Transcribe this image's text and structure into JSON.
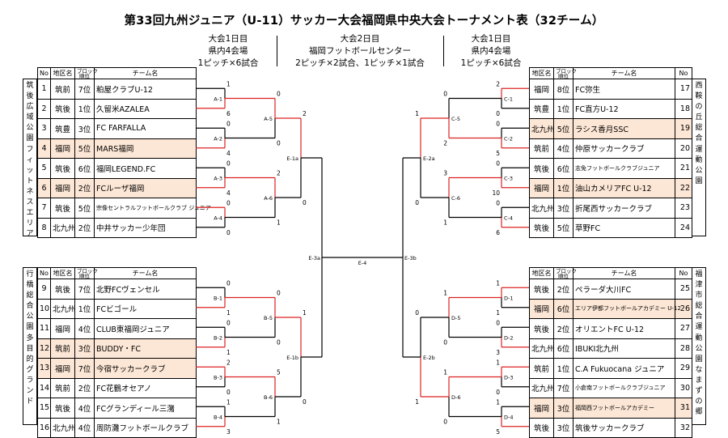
{
  "title": "第33回九州ジュニア（U-11）サッカー大会福岡県中央大会トーナメント表（32チーム）",
  "days": [
    {
      "lines": [
        "大会1日目",
        "県内4会場",
        "1ピッチ×6試合"
      ]
    },
    {
      "lines": [
        "大会2日目",
        "福岡フットボールセンター",
        "2ピッチ×2試合、1ピッチ×1試合"
      ]
    },
    {
      "lines": [
        "大会1日目",
        "県内4会場",
        "1ピッチ×6試合"
      ]
    }
  ],
  "headers": {
    "no": "No",
    "area": "地区名",
    "rank_top": "ブロック",
    "rank_bottom": "順位",
    "team": "チーム名"
  },
  "venues": {
    "tl": "筑後広域公園フィットネスエリア",
    "bl": "行橋総合公園多目的グランド",
    "tr": "西鞍の丘総合運動公園",
    "br": "福津市総合運動公園なまずの郷"
  },
  "left_top": [
    {
      "no": "1",
      "area": "筑前",
      "rank": "7位",
      "team": "粕屋クラブU-12",
      "hl": false
    },
    {
      "no": "2",
      "area": "筑後",
      "rank": "1位",
      "team": "久留米AZALEA",
      "hl": false
    },
    {
      "no": "3",
      "area": "筑豊",
      "rank": "3位",
      "team": "FC FARFALLA",
      "hl": false
    },
    {
      "no": "4",
      "area": "福岡",
      "rank": "5位",
      "team": "MARS福岡",
      "hl": true
    },
    {
      "no": "5",
      "area": "筑後",
      "rank": "6位",
      "team": "福岡LEGEND.FC",
      "hl": false
    },
    {
      "no": "6",
      "area": "福岡",
      "rank": "2位",
      "team": "FCルーザ福岡",
      "hl": true
    },
    {
      "no": "7",
      "area": "筑後",
      "rank": "5位",
      "team": "宗像セントラルフットボールクラブ ジュニア",
      "hl": false,
      "small": true
    },
    {
      "no": "8",
      "area": "北九州",
      "rank": "2位",
      "team": "中井サッカー少年団",
      "hl": false
    }
  ],
  "left_bottom": [
    {
      "no": "9",
      "area": "筑後",
      "rank": "7位",
      "team": "北野FCヴェンセル",
      "hl": false
    },
    {
      "no": "10",
      "area": "北九州",
      "rank": "1位",
      "team": "FCビゴール",
      "hl": false
    },
    {
      "no": "11",
      "area": "福岡",
      "rank": "4位",
      "team": "CLUB東福岡ジュニア",
      "hl": false
    },
    {
      "no": "12",
      "area": "筑前",
      "rank": "3位",
      "team": "BUDDY・FC",
      "hl": true
    },
    {
      "no": "13",
      "area": "福岡",
      "rank": "7位",
      "team": "今宿サッカークラブ",
      "hl": true
    },
    {
      "no": "14",
      "area": "筑前",
      "rank": "2位",
      "team": "FC花鶴オセアノ",
      "hl": false
    },
    {
      "no": "15",
      "area": "筑後",
      "rank": "4位",
      "team": "FCグランディール三潴",
      "hl": false
    },
    {
      "no": "16",
      "area": "北九州",
      "rank": "4位",
      "team": "周防灘フットボールクラブ",
      "hl": false
    }
  ],
  "right_top": [
    {
      "no": "17",
      "area": "福岡",
      "rank": "8位",
      "team": "FC弥生",
      "hl": false
    },
    {
      "no": "18",
      "area": "筑豊",
      "rank": "1位",
      "team": "FC直方U-12",
      "hl": false
    },
    {
      "no": "19",
      "area": "北九州",
      "rank": "5位",
      "team": "ラシス香月SSC",
      "hl": true
    },
    {
      "no": "20",
      "area": "筑前",
      "rank": "4位",
      "team": "仲原サッカークラブ",
      "hl": false
    },
    {
      "no": "21",
      "area": "筑後",
      "rank": "6位",
      "team": "志免フットボールクラブジュニア",
      "hl": false,
      "small": true
    },
    {
      "no": "22",
      "area": "福岡",
      "rank": "1位",
      "team": "油山カメリアFC U-12",
      "hl": true
    },
    {
      "no": "23",
      "area": "北九州",
      "rank": "3位",
      "team": "折尾西サッカークラブ",
      "hl": false
    },
    {
      "no": "24",
      "area": "筑後",
      "rank": "5位",
      "team": "草野FC",
      "hl": false
    }
  ],
  "right_bottom": [
    {
      "no": "25",
      "area": "筑後",
      "rank": "2位",
      "team": "ペラーダ大川FC",
      "hl": false
    },
    {
      "no": "26",
      "area": "福岡",
      "rank": "6位",
      "team": "エリア伊都フットボールアカデミー U-12",
      "hl": true,
      "small": true
    },
    {
      "no": "27",
      "area": "筑後",
      "rank": "2位",
      "team": "オリエントFC U-12",
      "hl": false
    },
    {
      "no": "28",
      "area": "北九州",
      "rank": "6位",
      "team": "IBUKI北九州",
      "hl": false
    },
    {
      "no": "29",
      "area": "筑前",
      "rank": "1位",
      "team": "C.A Fukuocana ジュニア",
      "hl": false
    },
    {
      "no": "30",
      "area": "北九州",
      "rank": "7位",
      "team": "小倉南フットボールクラブジュニア",
      "hl": false,
      "small": true
    },
    {
      "no": "31",
      "area": "福岡",
      "rank": "3位",
      "team": "福岡西フットボールアカデミー",
      "hl": true,
      "small": true
    },
    {
      "no": "32",
      "area": "筑後",
      "rank": "3位",
      "team": "筑後サッカークラブ",
      "hl": false
    }
  ],
  "matches": {
    "A": {
      "r1": [
        "A-1",
        "A-2",
        "A-3",
        "A-4"
      ],
      "r2": [
        "A-5",
        "A-6"
      ],
      "r3": "E-1a"
    },
    "B": {
      "r1": [
        "B-1",
        "B-2",
        "B-3",
        "B-4"
      ],
      "r2": [
        "B-5",
        "B-6"
      ],
      "r3": "E-1b"
    },
    "C": {
      "r1": [
        "C-1",
        "C-2",
        "C-3",
        "C-4"
      ],
      "r2": [
        "C-5",
        "C-6"
      ],
      "r3": "E-2a"
    },
    "D": {
      "r1": [
        "D-1",
        "D-2",
        "D-3",
        "D-4"
      ],
      "r2": [
        "D-5",
        "D-6"
      ],
      "r3": "E-2b"
    },
    "semis": [
      "E-3a",
      "E-3b"
    ],
    "final": "E-4"
  },
  "scores": {
    "A_r1": [
      "1",
      "6",
      "0",
      "4",
      "0",
      "4",
      "0",
      "0"
    ],
    "A_r2": [
      "0",
      "0",
      "2",
      "1"
    ],
    "A_r3": [
      "2",
      "0"
    ],
    "B_r1": [
      "0",
      "1",
      "0",
      "1",
      "2",
      "0",
      "1",
      "3"
    ],
    "B_r2": [
      "0",
      "0",
      "5",
      "1"
    ],
    "B_r3": [
      "1",
      "0"
    ],
    "C_r1": [
      "2",
      "0",
      "0",
      "5",
      "0",
      "10",
      "0",
      "6"
    ],
    "C_r2": [
      "0",
      "2",
      "3",
      "1"
    ],
    "C_r3": [
      "1",
      "0"
    ],
    "D_r1": [
      "1",
      "1",
      "0",
      "3",
      "1",
      "0",
      "1",
      "5"
    ],
    "D_r2": [
      "1",
      "0",
      "1",
      "0"
    ],
    "D_r3": [
      "0",
      "1"
    ]
  },
  "colors": {
    "win": "#dd2222",
    "line": "#000000",
    "highlight": "#fce6d5"
  }
}
